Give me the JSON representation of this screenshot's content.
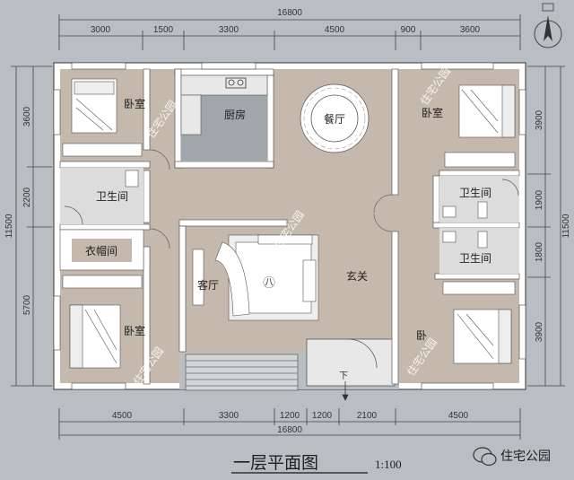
{
  "dimensions": {
    "top_total": "16800",
    "top_segments": [
      "3000",
      "1500",
      "3300",
      "4500",
      "900",
      "3600"
    ],
    "bottom_total": "16800",
    "bottom_segments": [
      "4500",
      "3300",
      "1200",
      "1200",
      "2100",
      "4500"
    ],
    "left_total": "11500",
    "left_segments": [
      "3600",
      "2200",
      "5700"
    ],
    "right_total": "11500",
    "right_segments": [
      "3900",
      "1900",
      "1800",
      "3900"
    ]
  },
  "rooms": {
    "bedroom_tl": "卧室",
    "kitchen": "厨房",
    "dining": "餐厅",
    "bedroom_tr": "卧室",
    "bath_left": "卫生间",
    "bath_right_1": "卫生间",
    "bath_right_2": "卫生间",
    "cloakroom": "衣帽间",
    "living": "客厅",
    "foyer": "玄关",
    "bedroom_bl": "卧室",
    "bedroom_br": "卧",
    "entry_arrow": "下"
  },
  "watermark": "住宅公园",
  "sofa_glyph": "㊇",
  "title": "一层平面图",
  "scale": "1:100",
  "brand": {
    "name": "住宅公园",
    "icon": "wechat-icon"
  },
  "colors": {
    "background": "#b9bec3",
    "floor": "#c5b8ac",
    "wall": "#ffffff",
    "kitchen": "#9fa7aa",
    "line": "#2a2a2a"
  }
}
